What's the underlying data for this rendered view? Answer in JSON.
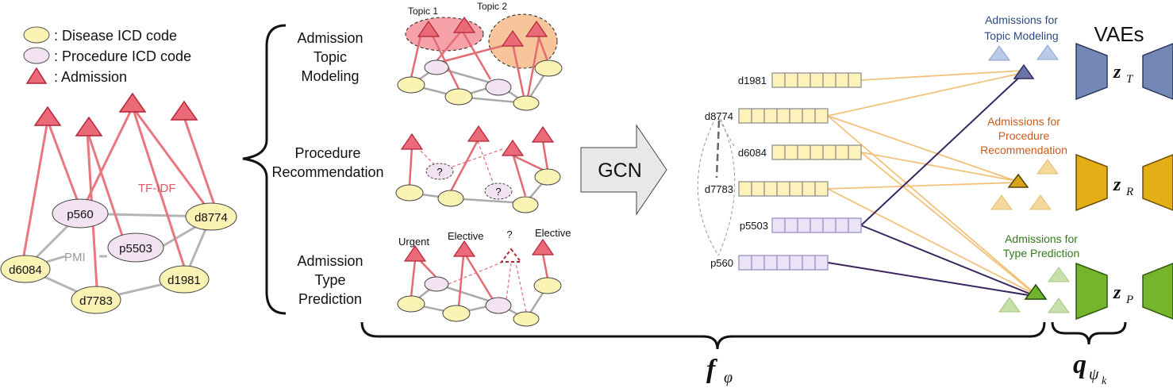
{
  "legend": {
    "disease": ": Disease ICD code",
    "procedure": ": Procedure ICD code",
    "admission": ": Admission"
  },
  "graph": {
    "edge_tfidf": "TF-IDF",
    "edge_pmi": "PMI",
    "nodes": [
      "p560",
      "d8774",
      "p5503",
      "d6084",
      "d1981",
      "d7783"
    ]
  },
  "tasks": {
    "topic": [
      "Admission",
      "Topic",
      "Modeling"
    ],
    "procedure": [
      "Procedure",
      "Recommendation"
    ],
    "type": [
      "Admission",
      "Type",
      "Prediction"
    ],
    "topic1": "Topic 1",
    "topic2": "Topic 2",
    "question": "?",
    "urgent": "Urgent",
    "elective": "Elective"
  },
  "gcn": "GCN",
  "embeddings": [
    "d1981",
    "d8774",
    "d6084",
    "d7783",
    "p5503",
    "p560"
  ],
  "groups": {
    "topic": [
      "Admissions for",
      "Topic Modeling"
    ],
    "recommend": [
      "Admissions for",
      "Procedure",
      "Recommendation"
    ],
    "type": [
      "Admissions for",
      "Type Prediction"
    ]
  },
  "vaes": {
    "title": "VAEs",
    "z": "z",
    "sub_t": "T",
    "sub_r": "R",
    "sub_p": "P"
  },
  "formulas": {
    "f": "f",
    "f_sub": "φ",
    "q": "q",
    "q_sub": "ψ",
    "q_subsub": "k"
  },
  "colors": {
    "disease_fill": "#fbf3b4",
    "procedure_fill": "#f3e3f2",
    "admission_fill": "#ea6a78",
    "admission_edge": "#b32436",
    "tfidf_edge": "#e8787e",
    "pmi_edge": "#b5b5b5",
    "topic_blue": "#7488b8",
    "recommend_gold": "#e3ae16",
    "type_green": "#74b52c",
    "line_orange": "#f2c27a",
    "line_purple": "#3a2560"
  }
}
